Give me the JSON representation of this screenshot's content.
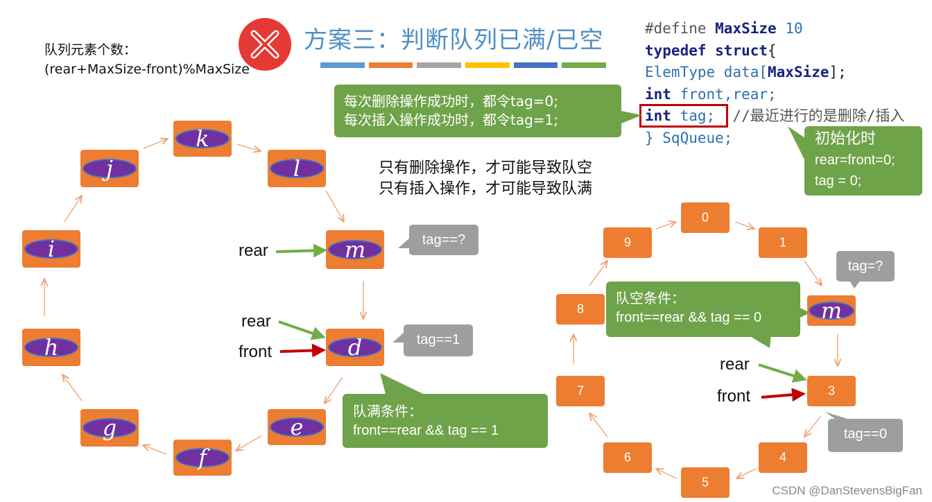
{
  "title": "方案三：判断队列已满/已空",
  "element_count": {
    "line1": "队列元素个数：",
    "line2": "(rear+MaxSize-front)%MaxSize"
  },
  "code": {
    "line1_pp": "#define ",
    "line1_kw": "MaxSize",
    "line1_num": " 10",
    "line2_kw1": "typedef",
    "line2_kw2": " struct",
    "line2_rest": "{",
    "line3_type": "ElemType",
    "line3_mid": " data[",
    "line3_kw": "MaxSize",
    "line3_end": "];",
    "line4_kw": "int",
    "line4_rest": " front,rear;",
    "line5_kw": "int",
    "line5_rest": " tag;",
    "line5_comment": "  //最近进行的是删除/插入",
    "line6": "} SqQueue;"
  },
  "tag_callout": {
    "line1": "每次删除操作成功时，都令tag=0;",
    "line2": "每次插入操作成功时，都令tag=1;"
  },
  "init_callout": {
    "line1": "初始化时",
    "line2": "rear=front=0;",
    "line3": "tag = 0;"
  },
  "notes": {
    "line1": "只有删除操作，才可能导致队空",
    "line2": "只有插入操作，才可能导致队满"
  },
  "full_callout": {
    "line1": "队满条件：",
    "line2": "front==rear && tag == 1"
  },
  "empty_callout": {
    "line1": "队空条件：",
    "line2": "front==rear && tag == 0"
  },
  "left_ring": {
    "nodes": [
      "k",
      "l",
      "m",
      "d",
      "e",
      "f",
      "g",
      "h",
      "i",
      "j"
    ],
    "tag_unknown": "tag==?",
    "tag_full": "tag==1",
    "rear_label_1": "rear",
    "rear_label_2": "rear",
    "front_label": "front"
  },
  "right_ring": {
    "nodes": [
      "0",
      "1",
      "m",
      "3",
      "4",
      "5",
      "6",
      "7",
      "8",
      "9"
    ],
    "tag_unknown": "tag=?",
    "tag_empty": "tag==0",
    "rear_label": "rear",
    "front_label": "front"
  },
  "colors": {
    "node_fill": "#ed7d31",
    "oval_fill": "#7030a0",
    "callout_green": "#6fa34a",
    "grey_box": "#9e9e9e",
    "title_blue": "#4f8fc4",
    "arrow_green": "#70ad47",
    "arrow_red": "#c00000",
    "highlight_box": "#c00000"
  },
  "icons": {
    "error_icon": "x-circle-icon"
  },
  "watermark": "CSDN @DanStevensBigFan"
}
